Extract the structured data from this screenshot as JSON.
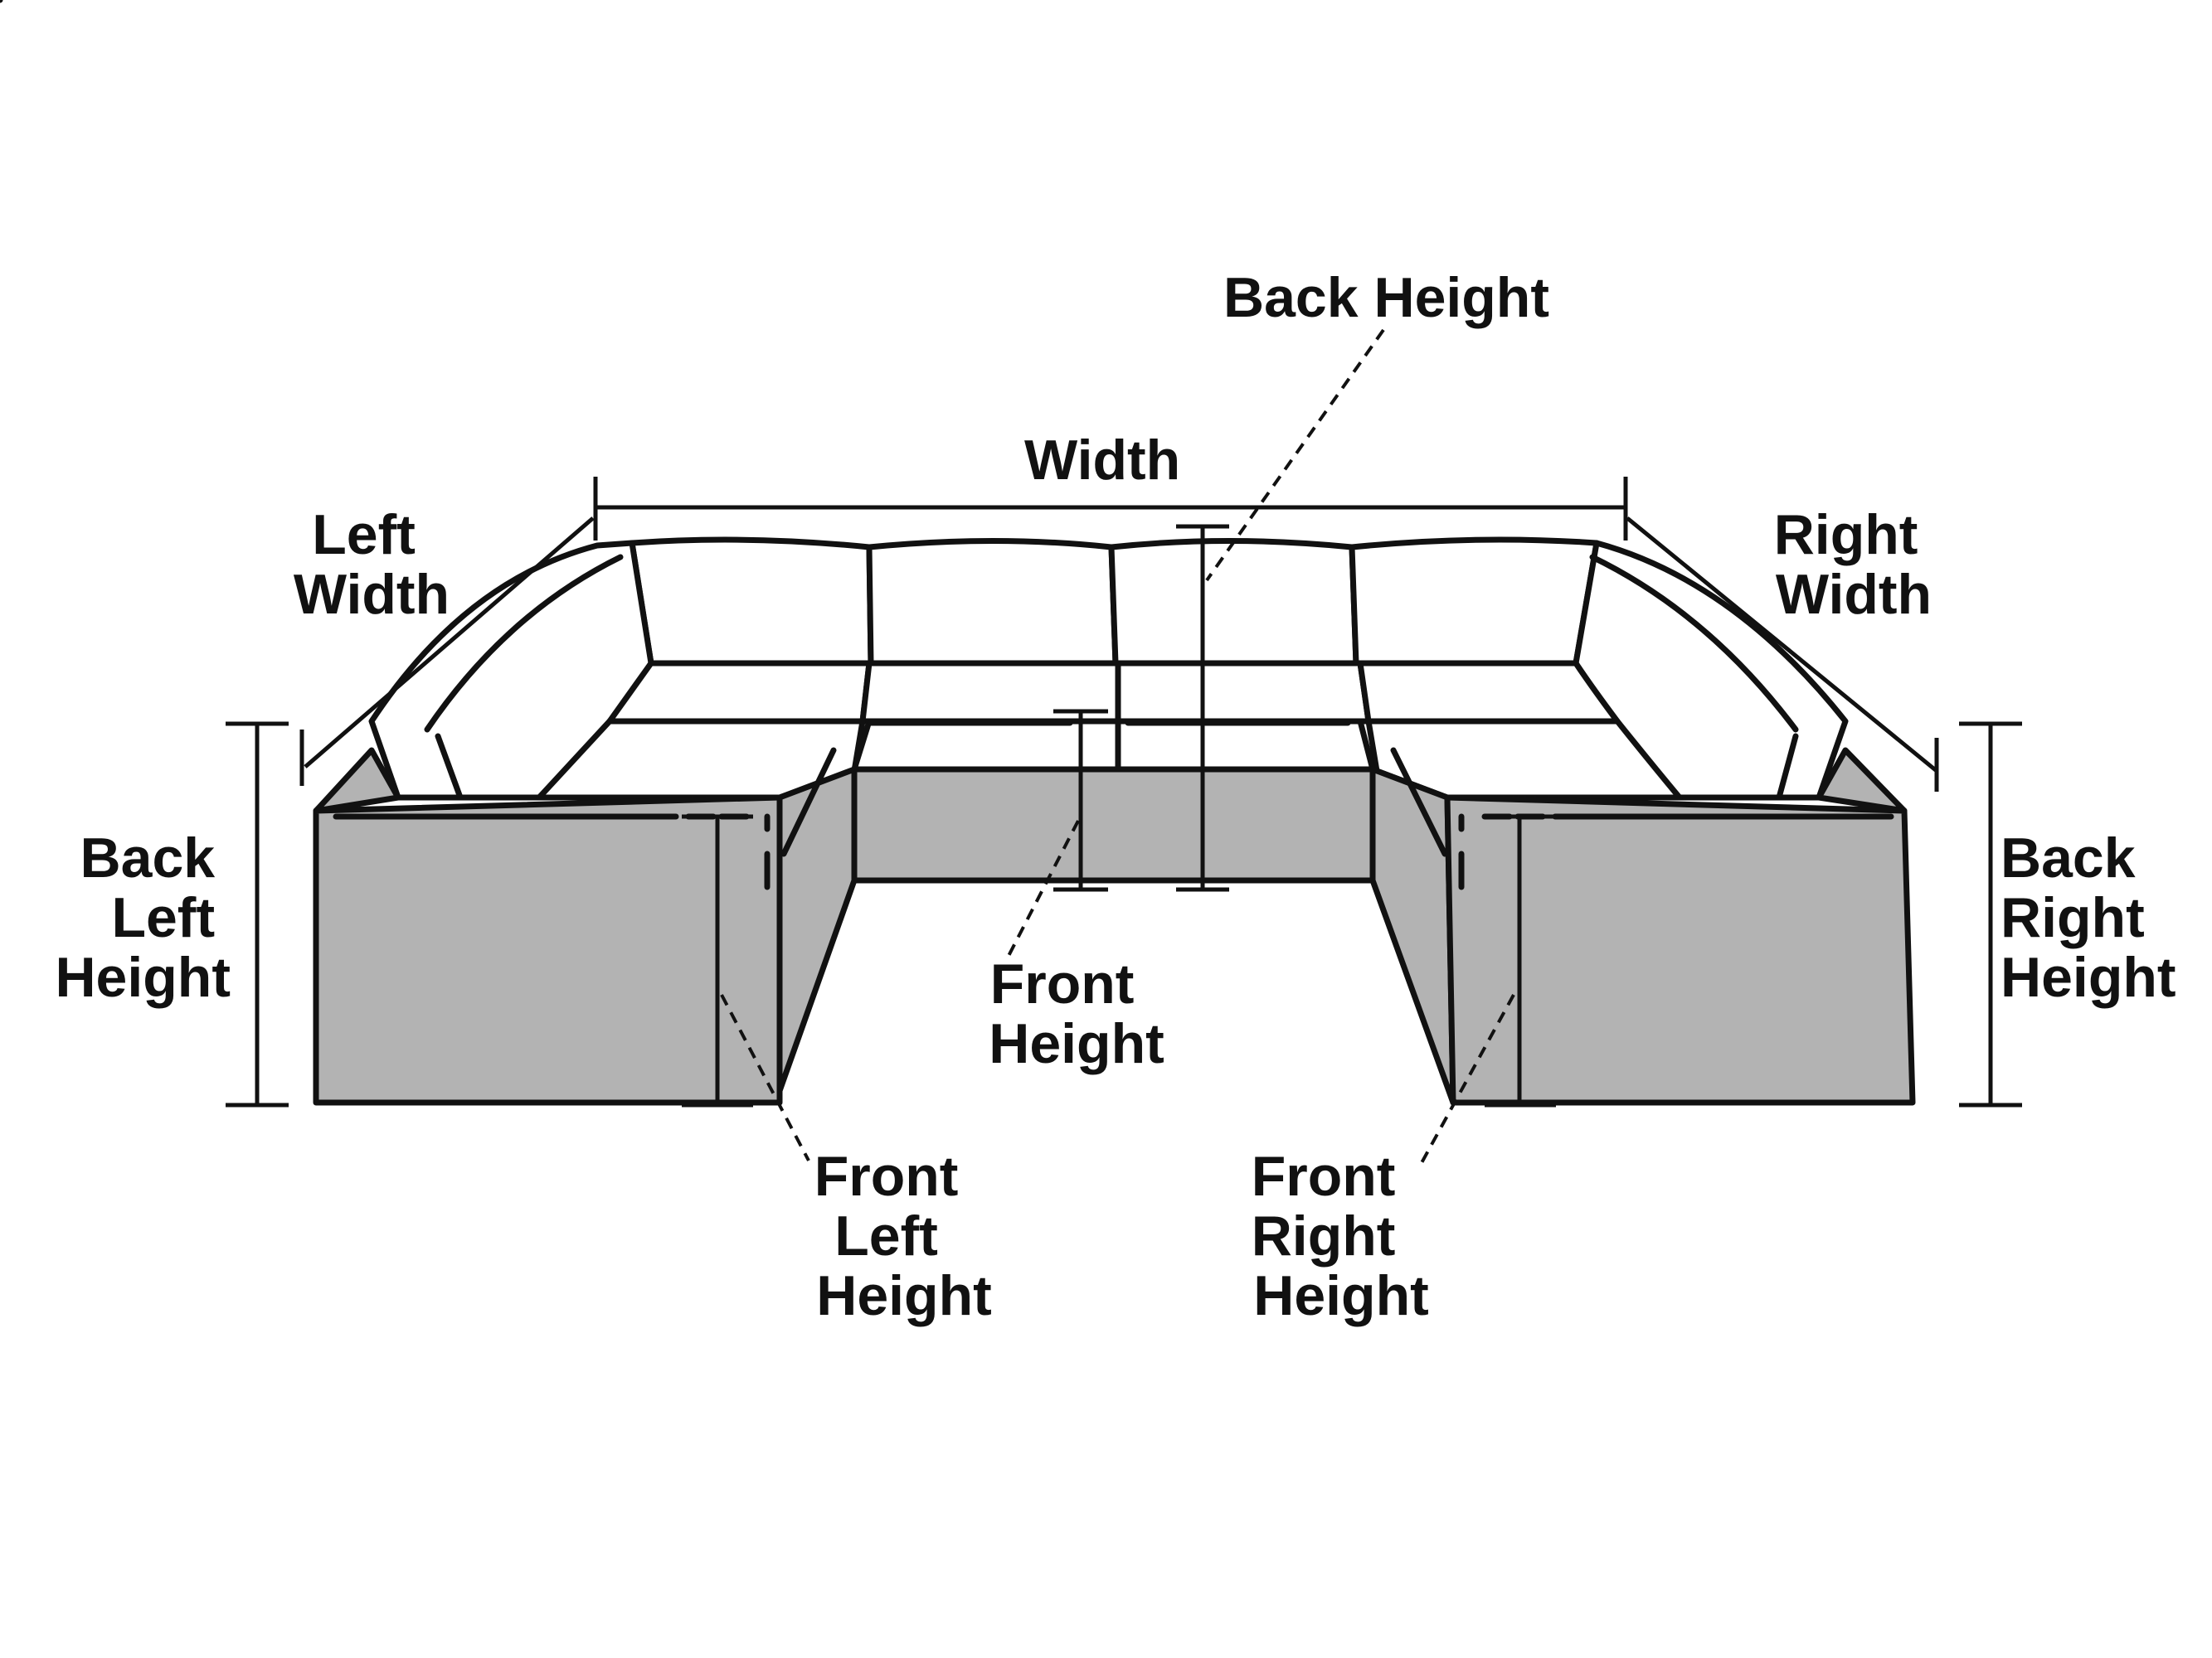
{
  "labels": {
    "back_height": "Back Height",
    "width": "Width",
    "left_width": [
      "Left",
      "Width"
    ],
    "right_width": [
      "Right",
      "Width"
    ],
    "back_left_height": [
      "Back",
      "Left",
      "Height"
    ],
    "back_right_height": [
      "Back",
      "Right",
      "Height"
    ],
    "front_height": [
      "Front",
      "Height"
    ],
    "front_left_height": [
      "Front",
      "Left",
      "Height"
    ],
    "front_right_height": [
      "Front",
      "Right",
      "Height"
    ]
  },
  "colors": {
    "line": "#111111",
    "fill": "#b3b3b3",
    "background": "#ffffff"
  }
}
